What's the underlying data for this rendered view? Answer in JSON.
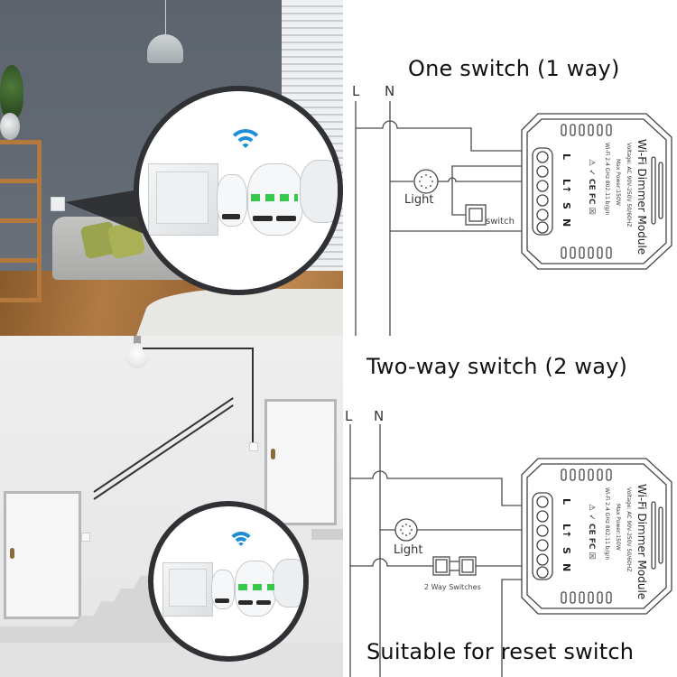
{
  "panels": {
    "living_room_photo": {
      "description": "Living room with wall switch; magnified inset of Wi-Fi dimmer module behind switch plate",
      "inset": {
        "wifi_icon": "wifi-icon",
        "wifi_color": "#1e8fd6",
        "arrow_color": "#35c94a"
      }
    },
    "staircase_illustration": {
      "description": "Staircase with ceiling bulb and two-way switches at bottom and top doors; magnified inset of module",
      "inset": {
        "wifi_icon": "wifi-icon",
        "wifi_color": "#1e8fd6",
        "arrow_color": "#35c94a"
      }
    }
  },
  "diagrams": {
    "one_way": {
      "title": "One switch (1 way)",
      "line_label": "L",
      "neutral_label": "N",
      "light_label": "Light",
      "switch_label": "switch",
      "module": {
        "title": "Wi-Fi Dimmer Module",
        "voltage": "Voltage: AC 90V-250V  50/60HZ",
        "max_power": "Max Power:150W",
        "wifi": "Wi-Fi 2.4 GHz  802.11 b/g/n",
        "rohs": "RoHS",
        "certifications": [
          "CE",
          "FC",
          "WEEE"
        ],
        "terminals": [
          "L",
          "L↑",
          "S",
          "N"
        ]
      }
    },
    "two_way": {
      "title": "Two-way switch (2 way)",
      "line_label": "L",
      "neutral_label": "N",
      "light_label": "Light",
      "switch_label": "2 Way Switches",
      "module": {
        "title": "Wi-Fi Dimmer Module",
        "voltage": "Voltage: AC 90V-250V  50/60HZ",
        "max_power": "Max Power:150W",
        "wifi": "Wi-Fi 2.4 GHz  802.11 b/g/n",
        "rohs": "RoHS",
        "certifications": [
          "CE",
          "FC",
          "WEEE"
        ],
        "terminals": [
          "L",
          "L↑",
          "S",
          "N"
        ]
      }
    },
    "footer": "Suitable for reset switch"
  },
  "colors": {
    "wall_gray": "#5f6670",
    "wood_floor": "#b07a44",
    "zoom_ring": "#2f3134",
    "line_stroke": "#444444",
    "text": "#111111"
  }
}
